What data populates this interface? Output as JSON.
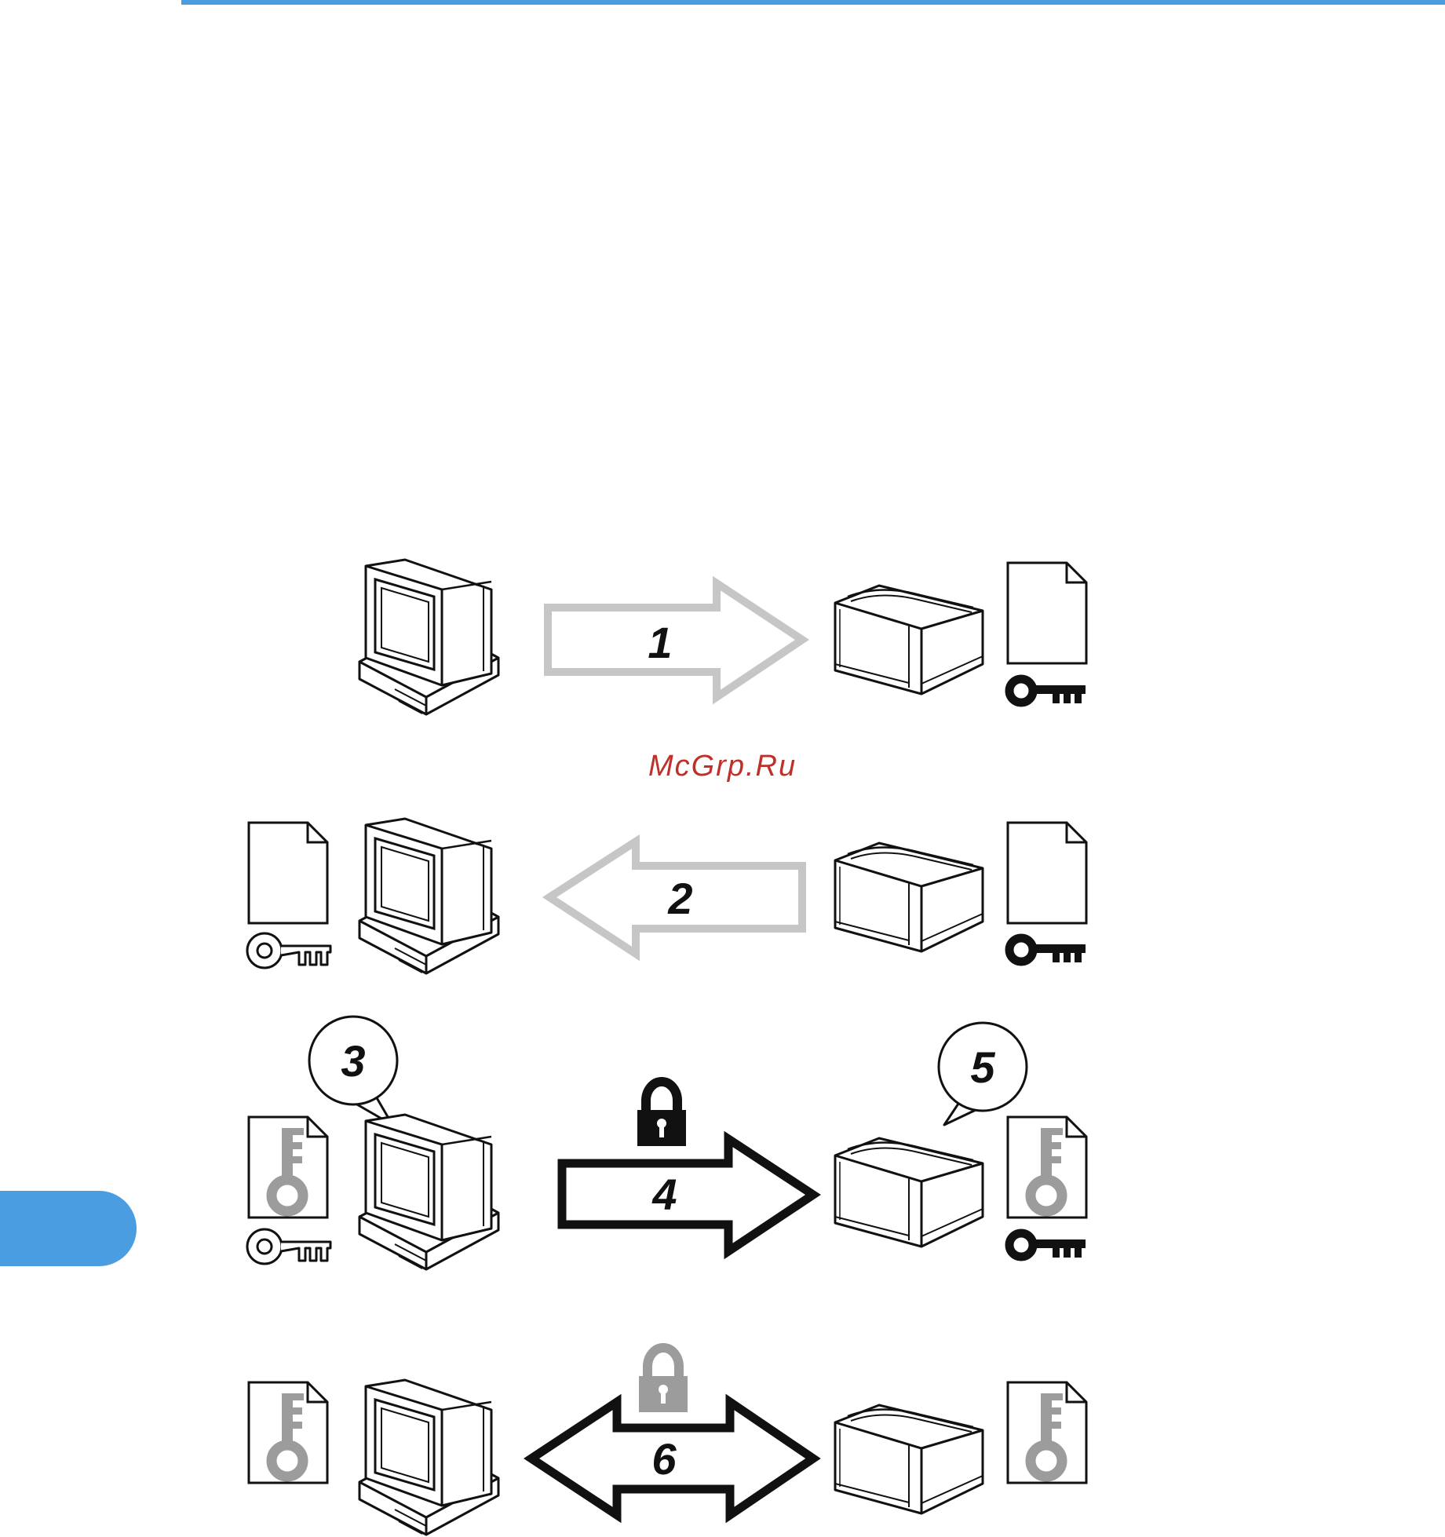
{
  "colors": {
    "accent": "#4a9de0",
    "watermark": "#c0302a",
    "line": "#111111",
    "gray_arrow": "#c6c6c6",
    "gray_icon": "#9c9c9c"
  },
  "watermark": "McGrp.Ru",
  "steps": [
    "1",
    "2",
    "3",
    "4",
    "5",
    "6"
  ]
}
